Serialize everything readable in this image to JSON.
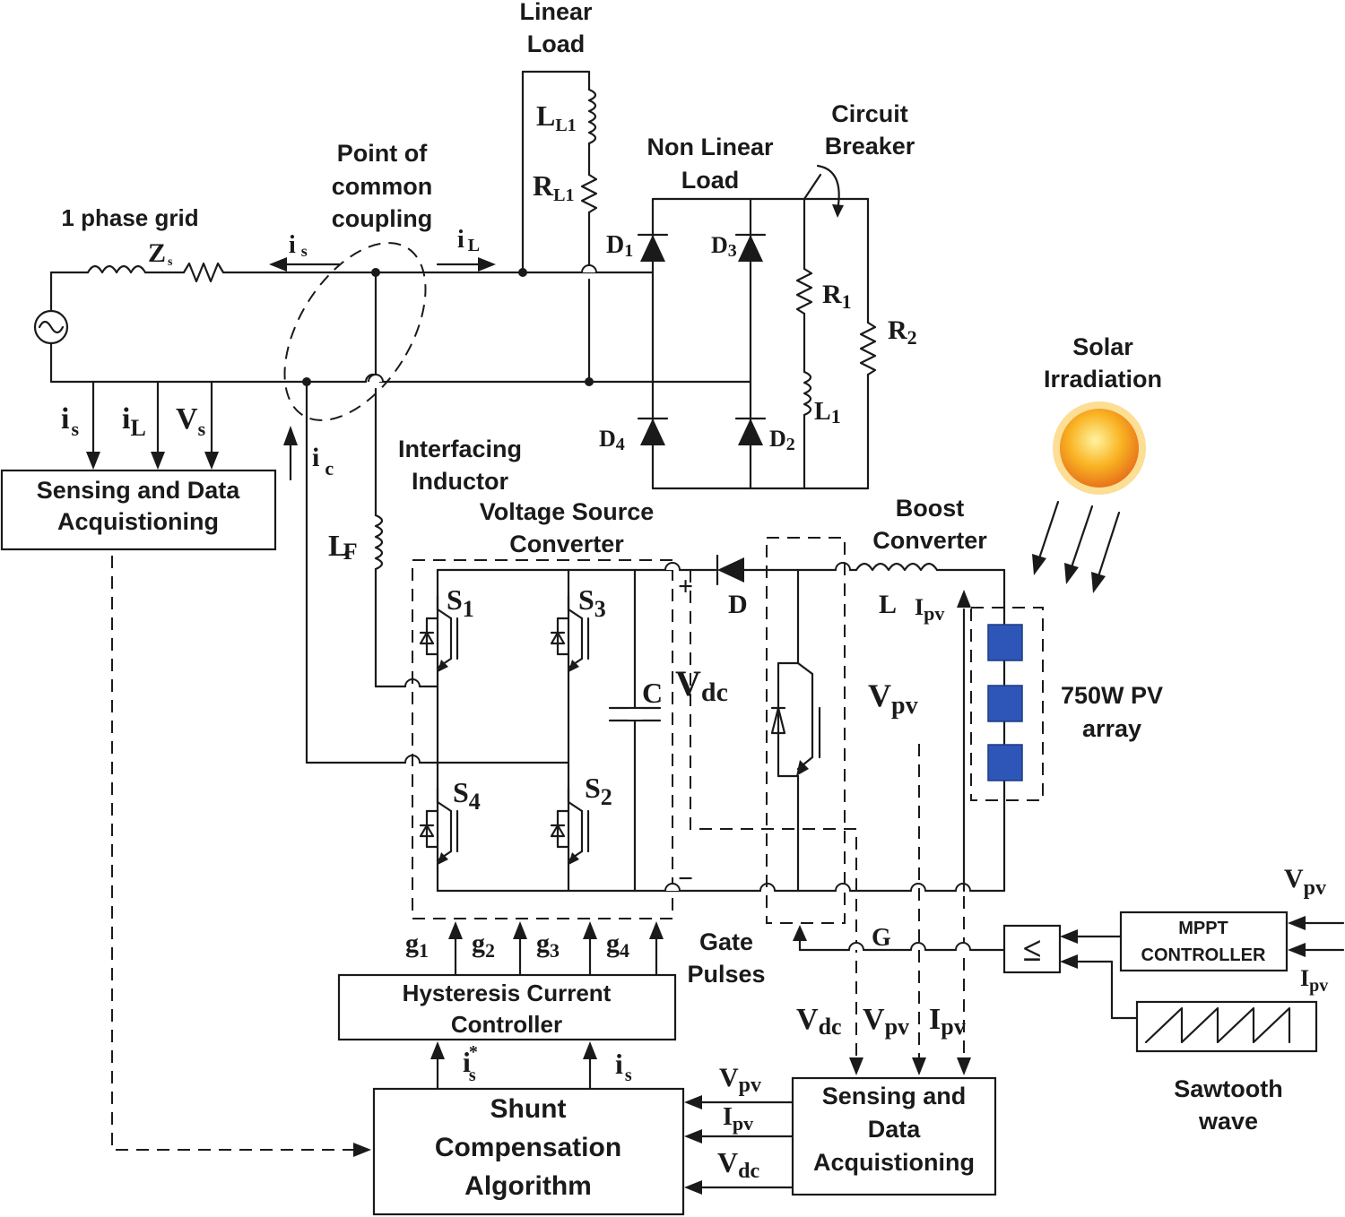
{
  "labels": {
    "grid": "1 phase grid",
    "zs": "Z",
    "zs_sub": "s",
    "pcc_1": "Point of",
    "pcc_2": "common",
    "pcc_3": "coupling",
    "is_top": "i",
    "is_top_sub": "s",
    "il_top": "i",
    "il_top_sub": "L",
    "linear_load_1": "Linear",
    "linear_load_2": "Load",
    "ll1": "L",
    "ll1_sub": "L1",
    "rl1": "R",
    "rl1_sub": "L1",
    "nonlinear_1": "Non Linear",
    "nonlinear_2": "Load",
    "cb_1": "Circuit",
    "cb_2": "Breaker",
    "d1": "D",
    "d1_sub": "1",
    "d2": "D",
    "d2_sub": "2",
    "d3": "D",
    "d3_sub": "3",
    "d4": "D",
    "d4_sub": "4",
    "r1": "R",
    "r1_sub": "1",
    "r2": "R",
    "r2_sub": "2",
    "l1": "L",
    "l1_sub": "1",
    "solar_1": "Solar",
    "solar_2": "Irradiation",
    "sense_is": "i",
    "sense_is_sub": "s",
    "sense_il": "i",
    "sense_il_sub": "L",
    "sense_vs": "V",
    "sense_vs_sub": "s",
    "sense1_1": "Sensing and Data",
    "sense1_2": "Acquistioning",
    "ic": "i",
    "ic_sub": "c",
    "interfacing_1": "Interfacing",
    "interfacing_2": "Inductor",
    "vsc_1": "Voltage  Source",
    "vsc_2": "Converter",
    "lf": "L",
    "lf_sub": "F",
    "s1": "S",
    "s1_sub": "1",
    "s2": "S",
    "s2_sub": "2",
    "s3": "S",
    "s3_sub": "3",
    "s4": "S",
    "s4_sub": "4",
    "cap": "C",
    "vdc": "V",
    "vdc_sub": "dc",
    "plus": "+",
    "minus": "−",
    "diode_d": "D",
    "boost_1": "Boost",
    "boost_2": "Converter",
    "l_boost": "L",
    "ipv": "I",
    "ipv_sub": "pv",
    "vpv": "V",
    "vpv_sub": "pv",
    "pv_1": "750W PV",
    "pv_2": "array",
    "g1": "g",
    "g1_sub": "1",
    "g2": "g",
    "g2_sub": "2",
    "g3": "g",
    "g3_sub": "3",
    "g4": "g",
    "g4_sub": "4",
    "gate_1": "Gate",
    "gate_2": "Pulses",
    "g_sig": "G",
    "hcc_1": "Hysteresis Current",
    "hcc_2": "Controller",
    "is_star": "i",
    "is_star_sub": "s",
    "is_star_sup": "*",
    "is_in": "i",
    "is_in_sub": "s",
    "sca_1": "Shunt",
    "sca_2": "Compensation",
    "sca_3": "Algorithm",
    "in_vpv": "V",
    "in_vpv_sub": "pv",
    "in_ipv": "I",
    "in_ipv_sub": "pv",
    "in_vdc": "V",
    "in_vdc_sub": "dc",
    "s2_vdc": "V",
    "s2_vdc_sub": "dc",
    "s2_vpv": "V",
    "s2_vpv_sub": "pv",
    "s2_ipv": "I",
    "s2_ipv_sub": "pv",
    "sense2_1": "Sensing and",
    "sense2_2": "Data",
    "sense2_3": "Acquistioning",
    "mppt_vpv": "V",
    "mppt_vpv_sub": "pv",
    "mppt_ipv": "I",
    "mppt_ipv_sub": "pv",
    "mppt_1": "MPPT",
    "mppt_2": "CONTROLLER",
    "comparator": "≤",
    "saw_1": "Sawtooth",
    "saw_2": "wave"
  },
  "colors": {
    "wire": "#1a1a1a",
    "sun_core": "#f7a21b",
    "sun_ray": "#f9c23c",
    "pv_cell": "#2e56b8"
  }
}
